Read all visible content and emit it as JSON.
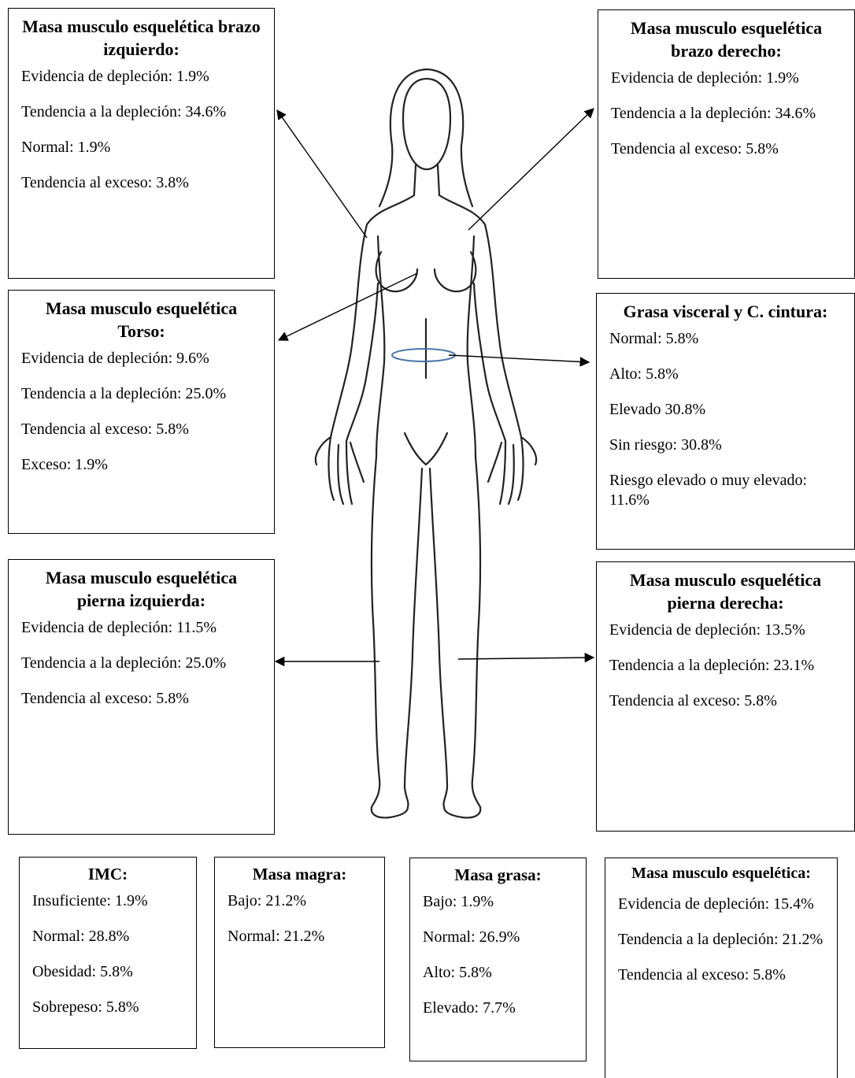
{
  "boxes": {
    "brazo_izq": {
      "title": "Masa musculo esquelética brazo izquierdo:",
      "items": [
        "Evidencia de depleción: 1.9%",
        "Tendencia a la depleción: 34.6%",
        "Normal: 1.9%",
        "Tendencia al exceso: 3.8%"
      ]
    },
    "brazo_der": {
      "title": "Masa musculo esquelética brazo derecho:",
      "items": [
        "Evidencia de depleción: 1.9%",
        "Tendencia a la depleción: 34.6%",
        "Tendencia al exceso: 5.8%"
      ]
    },
    "torso": {
      "title": "Masa musculo esquelética Torso:",
      "items": [
        "Evidencia de depleción: 9.6%",
        "Tendencia a la depleción: 25.0%",
        "Tendencia al exceso: 5.8%",
        "Exceso: 1.9%"
      ]
    },
    "grasa_visceral": {
      "title": "Grasa visceral y C. cintura:",
      "items": [
        "Normal: 5.8%",
        "Alto: 5.8%",
        "Elevado 30.8%",
        "Sin riesgo: 30.8%",
        "Riesgo elevado o muy elevado: 11.6%"
      ]
    },
    "pierna_izq": {
      "title": "Masa musculo esquelética pierna izquierda:",
      "items": [
        "Evidencia de depleción: 11.5%",
        "Tendencia a la depleción: 25.0%",
        "Tendencia al exceso: 5.8%"
      ]
    },
    "pierna_der": {
      "title": "Masa musculo esquelética pierna derecha:",
      "items": [
        "Evidencia de depleción: 13.5%",
        "Tendencia a la depleción: 23.1%",
        "Tendencia al exceso: 5.8%"
      ]
    },
    "imc": {
      "title": "IMC:",
      "items": [
        "Insuficiente: 1.9%",
        "Normal: 28.8%",
        "Obesidad: 5.8%",
        "Sobrepeso: 5.8%"
      ]
    },
    "masa_magra": {
      "title": "Masa magra:",
      "items": [
        "Bajo: 21.2%",
        "Normal: 21.2%"
      ]
    },
    "masa_grasa": {
      "title": "Masa grasa:",
      "items": [
        "Bajo: 1.9%",
        "Normal: 26.9%",
        "Alto: 5.8%",
        "Elevado: 7.7%"
      ]
    },
    "masa_musculo": {
      "title": "Masa musculo esquelética:",
      "items": [
        "Evidencia de depleción: 15.4%",
        "Tendencia a la depleción: 21.2%",
        "Tendencia al exceso: 5.8%"
      ]
    }
  },
  "colors": {
    "waist_ellipse": "#4a76a8",
    "line": "#000000"
  }
}
